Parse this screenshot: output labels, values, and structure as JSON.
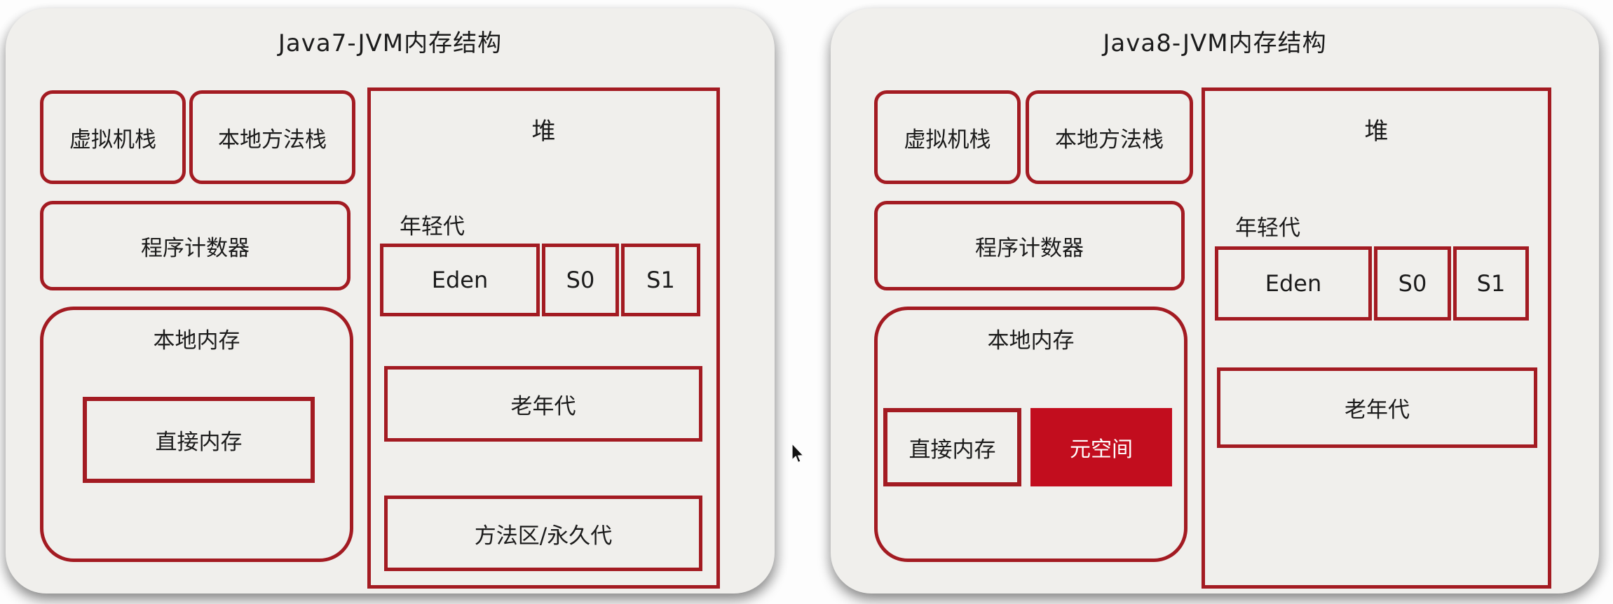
{
  "page": {
    "background": "#fdfdfd"
  },
  "colors": {
    "panel_background": "#f0efec",
    "box_border_red": "#a31b22",
    "metaspace_fill": "#c20d1e",
    "metaspace_text": "#ffffff",
    "text": "#1b1b1b"
  },
  "cursor": {
    "icon": "arrow-pointer"
  },
  "panels": [
    {
      "id": "java7",
      "title": "Java7-JVM内存结构",
      "vm_stack": "虚拟机栈",
      "native_method_stack": "本地方法栈",
      "program_counter": "程序计数器",
      "native_memory": {
        "label": "本地内存",
        "direct_memory": "直接内存"
      },
      "heap": {
        "label": "堆",
        "young_gen_label": "年轻代",
        "eden": "Eden",
        "s0": "S0",
        "s1": "S1",
        "old_gen": "老年代",
        "perm_gen": "方法区/永久代"
      }
    },
    {
      "id": "java8",
      "title": "Java8-JVM内存结构",
      "vm_stack": "虚拟机栈",
      "native_method_stack": "本地方法栈",
      "program_counter": "程序计数器",
      "native_memory": {
        "label": "本地内存",
        "direct_memory": "直接内存",
        "metaspace": "元空间"
      },
      "heap": {
        "label": "堆",
        "young_gen_label": "年轻代",
        "eden": "Eden",
        "s0": "S0",
        "s1": "S1",
        "old_gen": "老年代"
      }
    }
  ]
}
